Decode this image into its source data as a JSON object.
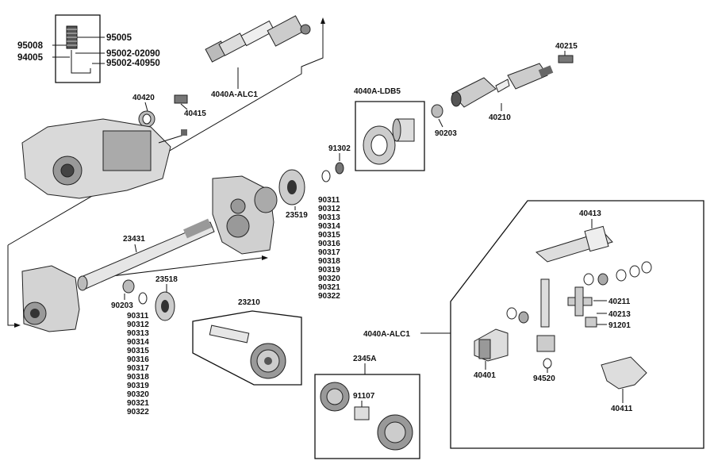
{
  "hardware_box": {
    "left_labels": [
      "95008",
      "94005"
    ],
    "right_labels": [
      "95005",
      "95002-02090",
      "95002-40950"
    ]
  },
  "parts": {
    "p40420": "40420",
    "p40415": "40415",
    "p4040a_alc1_top": "4040A-ALC1",
    "p4040a_ldb5": "4040A-LDB5",
    "p40215": "40215",
    "p90203_right": "90203",
    "p40210": "40210",
    "p91302": "91302",
    "p23519": "23519",
    "p23431": "23431",
    "p23518": "23518",
    "p90203_left": "90203",
    "p23210": "23210",
    "p2345a": "2345A",
    "p91107": "91107"
  },
  "shim_list_right": [
    "90311",
    "90312",
    "90313",
    "90314",
    "90315",
    "90316",
    "90317",
    "90318",
    "90319",
    "90320",
    "90321",
    "90322"
  ],
  "shim_list_left": [
    "90311",
    "90312",
    "90313",
    "90314",
    "90315",
    "90316",
    "90317",
    "90318",
    "90319",
    "90320",
    "90321",
    "90322"
  ],
  "ujoint_panel": {
    "kit_label": "4040A-ALC1",
    "p40413": "40413",
    "p40211": "40211",
    "p40213": "40213",
    "p91201": "91201",
    "p40401": "40401",
    "p94520": "94520",
    "p40411": "40411"
  }
}
